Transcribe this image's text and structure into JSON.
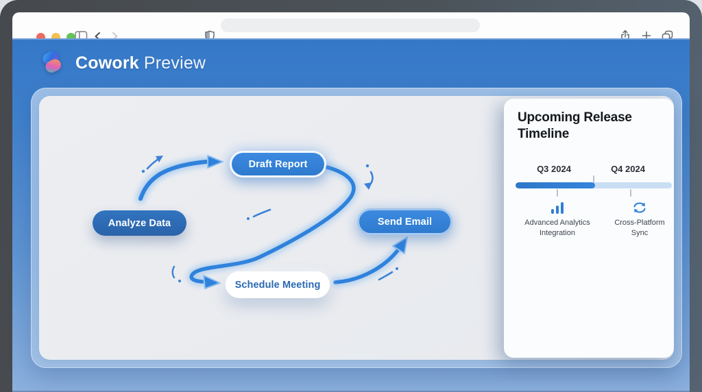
{
  "window": {
    "traffic_lights": [
      {
        "name": "close",
        "color": "#ed6a5e"
      },
      {
        "name": "minimize",
        "color": "#f4bf50"
      },
      {
        "name": "zoom",
        "color": "#62c454"
      }
    ],
    "chrome_icons": [
      "sidebar-toggle-icon",
      "back-icon",
      "forward-icon",
      "shield-icon",
      "share-icon",
      "new-tab-icon",
      "tab-overview-icon"
    ],
    "url_bar": {
      "value": "",
      "placeholder": ""
    }
  },
  "header": {
    "brand_bold": "Cowork",
    "brand_light": "Preview",
    "logo_icon": "copilot-logo-icon"
  },
  "workflow": {
    "nodes": [
      {
        "id": "analyze-data",
        "label": "Analyze Data",
        "style": "solid-dark-blue"
      },
      {
        "id": "draft-report",
        "label": "Draft Report",
        "style": "blue-white-ring"
      },
      {
        "id": "send-email",
        "label": "Send Email",
        "style": "blue-white-ring"
      },
      {
        "id": "schedule-meeting",
        "label": "Schedule Meeting",
        "style": "white"
      }
    ],
    "arrows": [
      {
        "from": "analyze-data",
        "to": "draft-report",
        "style": "thick-glow-curve"
      },
      {
        "from": "draft-report",
        "to": "schedule-meeting",
        "style": "thick-glow-s-curve"
      },
      {
        "from": "schedule-meeting",
        "to": "send-email",
        "style": "thick-glow-curve"
      }
    ],
    "accent_color": "#2f82dc"
  },
  "timeline_panel": {
    "title": "Upcoming Release Timeline",
    "quarters": [
      "Q3 2024",
      "Q4 2024"
    ],
    "progress_percent": 51,
    "bar_fill_color": "#2f7cd0",
    "bar_track_color": "#c9def2",
    "features": [
      {
        "icon": "bar-chart-icon",
        "label": "Advanced Analytics Integration"
      },
      {
        "icon": "sync-icon",
        "label": "Cross-Platform Sync"
      }
    ]
  }
}
